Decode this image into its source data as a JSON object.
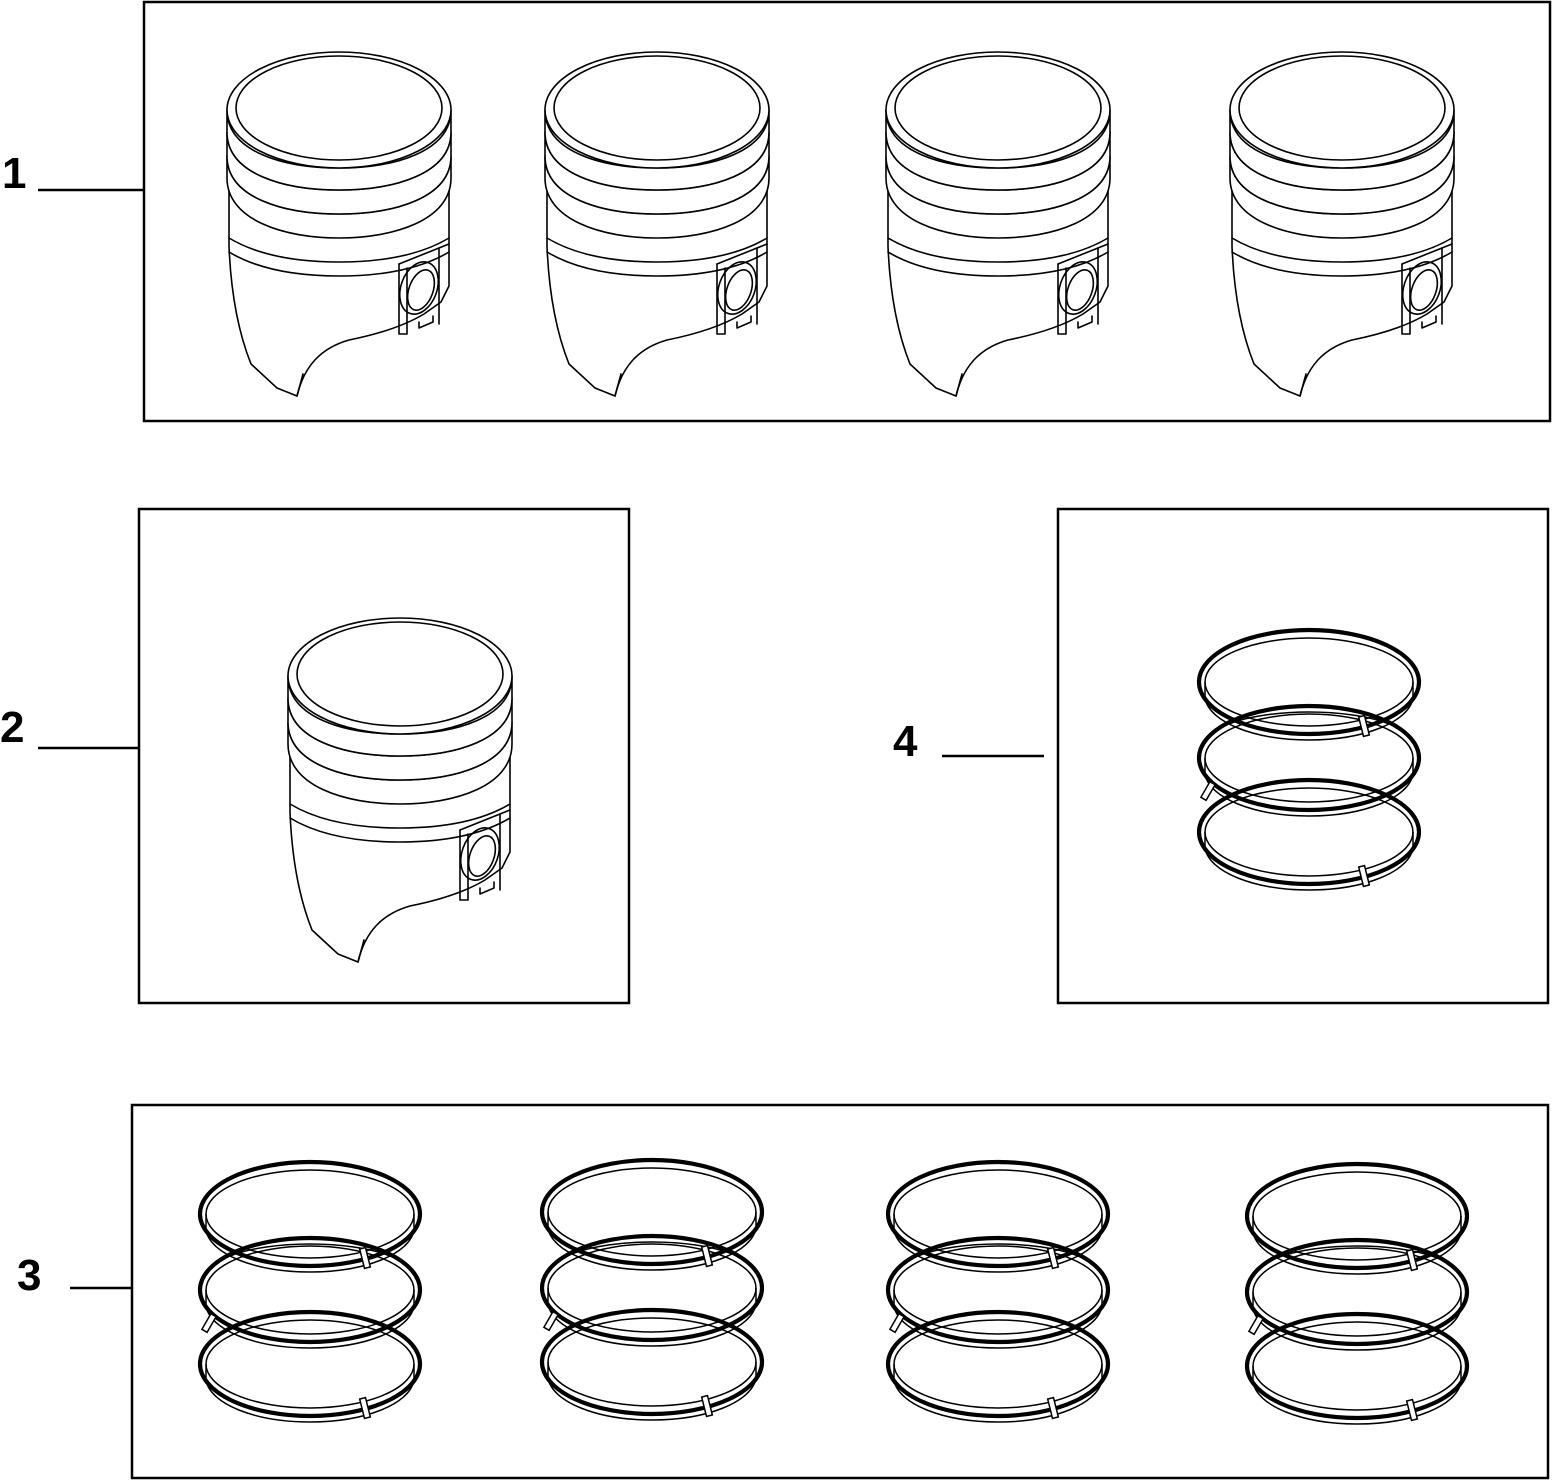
{
  "callouts": {
    "c1": "1",
    "c2": "2",
    "c3": "3",
    "c4": "4"
  },
  "groups": {
    "g1": {
      "item": "piston",
      "count": 4
    },
    "g2": {
      "item": "piston",
      "count": 1
    },
    "g3": {
      "item": "piston-ring-set",
      "count": 4
    },
    "g4": {
      "item": "piston-ring-set",
      "count": 1
    }
  },
  "colors": {
    "line": "#000000",
    "background": "#ffffff"
  }
}
